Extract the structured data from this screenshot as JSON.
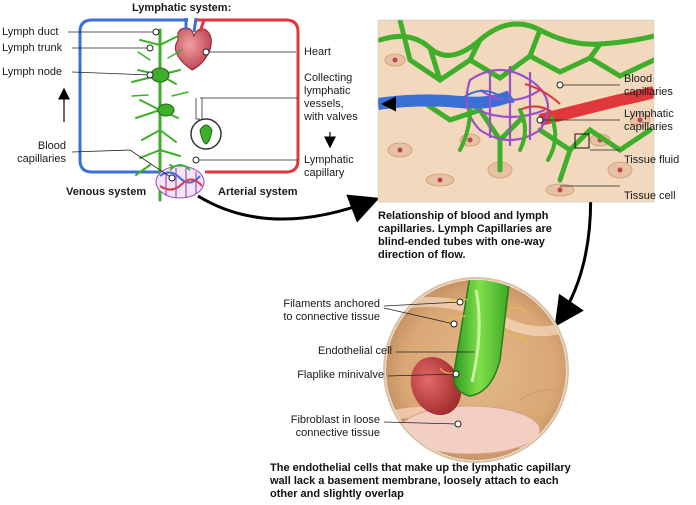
{
  "title": "Lymphatic system:",
  "left_labels": {
    "lymph_duct": "Lymph duct",
    "lymph_trunk": "Lymph trunk",
    "lymph_node": "Lymph node",
    "blood_capillaries_l1": "Blood",
    "blood_capillaries_l2": "capillaries"
  },
  "middle_labels": {
    "heart": "Heart",
    "collecting_l1": "Collecting",
    "collecting_l2": "lymphatic",
    "collecting_l3": "vessels,",
    "collecting_l4": "with valves",
    "lymphatic_capillary_l1": "Lymphatic",
    "lymphatic_capillary_l2": "capillary"
  },
  "system_labels": {
    "venous": "Venous system",
    "arterial": "Arterial system"
  },
  "tissue_labels": {
    "blood_capillaries_l1": "Blood",
    "blood_capillaries_l2": "capillaries",
    "lymphatic_capillaries_l1": "Lymphatic",
    "lymphatic_capillaries_l2": "capillaries",
    "tissue_fluid": "Tissue fluid",
    "tissue_cell": "Tissue cell"
  },
  "caption_top": {
    "l1": "Relationship of blood and lymph",
    "l2": "capillaries. Lymph Capillaries are",
    "l3": "blind-ended tubes with one-way",
    "l4": "direction of flow."
  },
  "detail_labels": {
    "filaments_l1": "Filaments anchored",
    "filaments_l2": "to connective tissue",
    "endothelial": "Endothelial cell",
    "flaplike": "Flaplike minivalve",
    "fibroblast_l1": "Fibroblast in loose",
    "fibroblast_l2": "connective tissue"
  },
  "caption_bottom": {
    "l1": "The endothelial cells that make up the lymphatic capillary",
    "l2": "wall lack a basement membrane, loosely attach to each",
    "l3": "other and slightly overlap"
  },
  "colors": {
    "venous": "#3a6fd8",
    "arterial": "#e0383a",
    "lymph": "#3fae2a",
    "lymph_light": "#8fd85a",
    "capillary": "#9b4fc8",
    "tissue": "#f2d9bd",
    "detail_bg": "#e9c39a",
    "cell_red": "#c43b3b"
  }
}
